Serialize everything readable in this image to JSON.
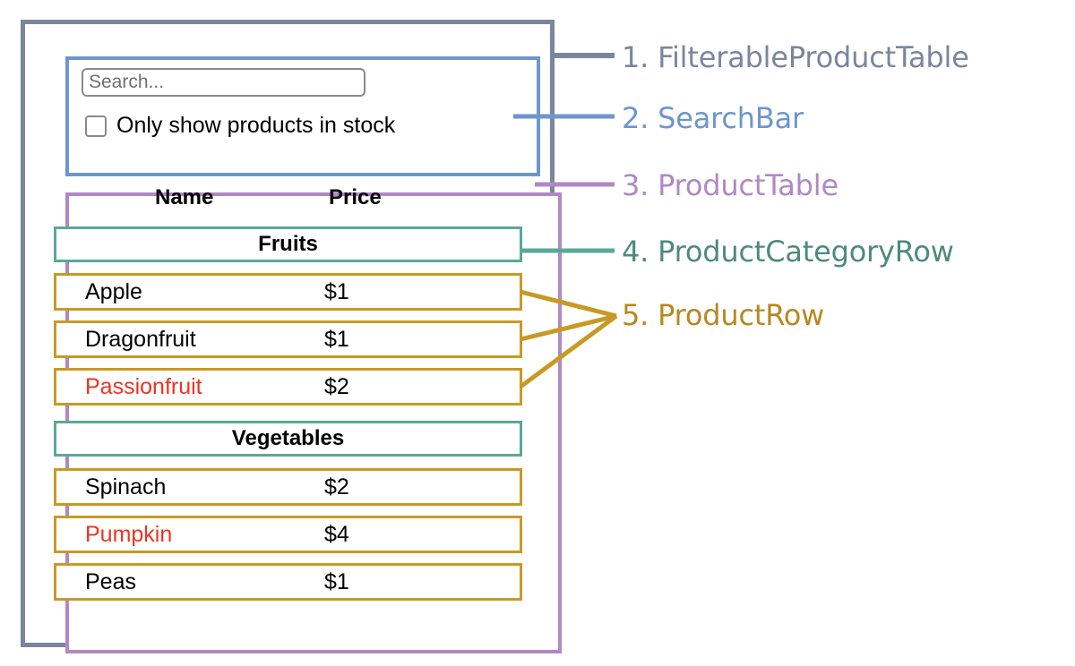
{
  "diagram": {
    "title": "React component breakdown diagram",
    "colors": {
      "filterable_product_table": "#7b869e",
      "search_bar": "#6d96cc",
      "product_table": "#b088c4",
      "product_category_row": "#5aa898",
      "product_row": "#c89a25",
      "out_of_stock_text": "#ee3322",
      "text": "#000000",
      "background": "#ffffff"
    }
  },
  "search_bar": {
    "input_value": "",
    "placeholder": "Search...",
    "checkbox_label": "Only show products in stock",
    "checkbox_checked": false
  },
  "product_table": {
    "columns": [
      "Name",
      "Price"
    ],
    "sections": [
      {
        "category": "Fruits",
        "rows": [
          {
            "name": "Apple",
            "price": "$1",
            "in_stock": true
          },
          {
            "name": "Dragonfruit",
            "price": "$1",
            "in_stock": true
          },
          {
            "name": "Passionfruit",
            "price": "$2",
            "in_stock": false
          }
        ]
      },
      {
        "category": "Vegetables",
        "rows": [
          {
            "name": "Spinach",
            "price": "$2",
            "in_stock": true
          },
          {
            "name": "Pumpkin",
            "price": "$4",
            "in_stock": false
          },
          {
            "name": "Peas",
            "price": "$1",
            "in_stock": true
          }
        ]
      }
    ]
  },
  "legend": {
    "items": [
      {
        "number": "1.",
        "label": "FilterableProductTable",
        "text": "1. FilterableProductTable",
        "color": "#7b869e"
      },
      {
        "number": "2.",
        "label": "SearchBar",
        "text": "2. SearchBar",
        "color": "#6d96cc"
      },
      {
        "number": "3.",
        "label": "ProductTable",
        "text": "3. ProductTable",
        "color": "#b088c4"
      },
      {
        "number": "4.",
        "label": "ProductCategoryRow",
        "text": "4. ProductCategoryRow",
        "color": "#4e8a7b"
      },
      {
        "number": "5.",
        "label": "ProductRow",
        "text": "5. ProductRow",
        "color": "#b8881f"
      }
    ]
  }
}
